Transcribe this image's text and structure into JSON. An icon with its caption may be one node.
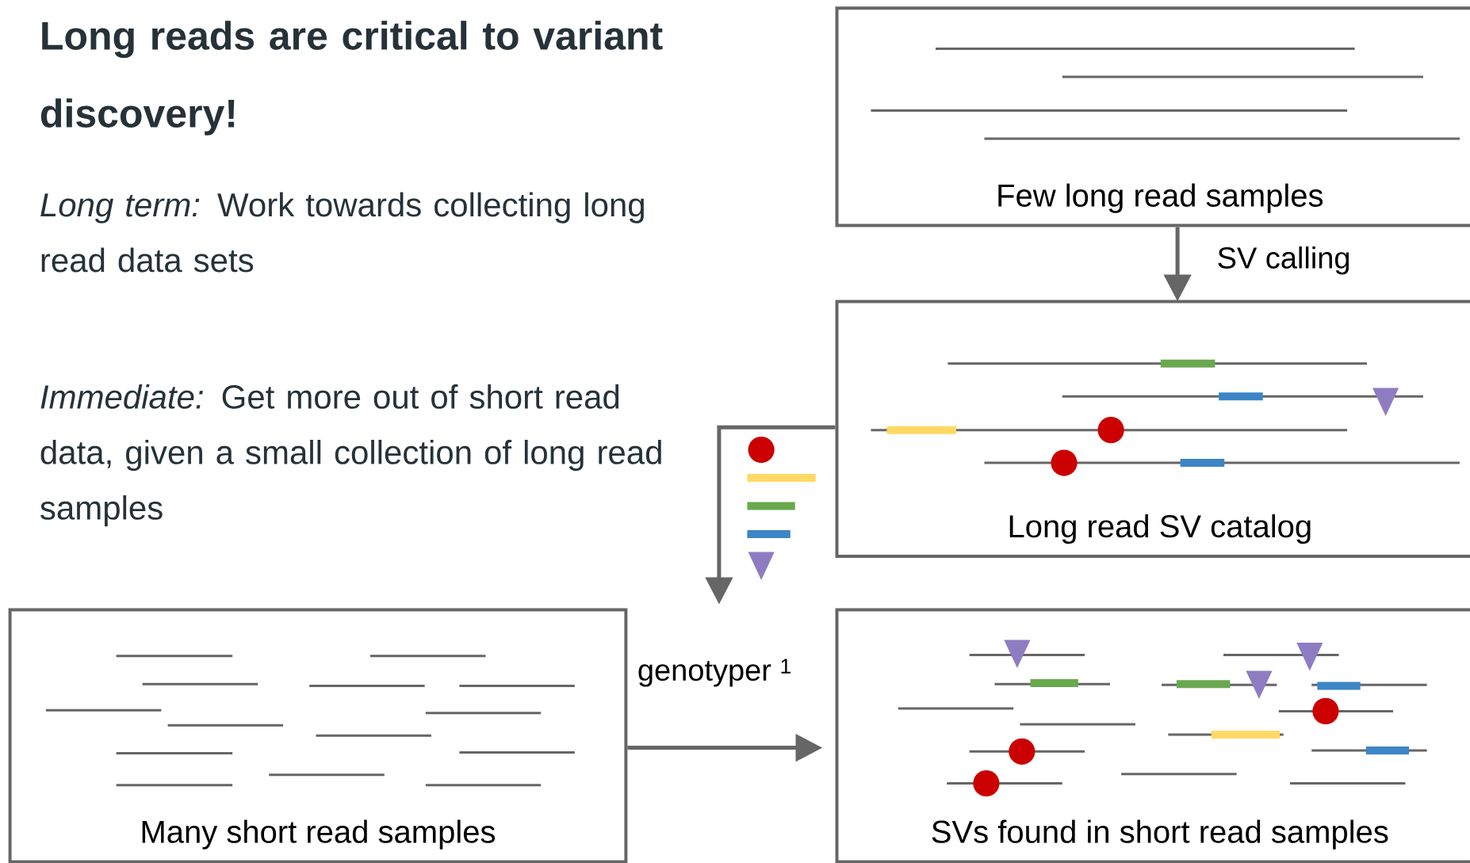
{
  "diagram": {
    "title": "Long reads are critical to variant discovery!",
    "nodes": [
      {
        "text": [
          "Few long read samples"
        ]
      },
      {
        "text": [
          "Long read SV catalog"
        ]
      },
      {
        "text": [
          "Many short read samples"
        ]
      },
      {
        "text": [
          "SVs found in short read samples"
        ]
      }
    ],
    "edges": [
      {
        "from": 0,
        "to": 1,
        "arrow": "to",
        "label": "SV calling"
      },
      {
        "from": 1,
        "to": null,
        "arrow": "to"
      },
      {
        "from": 2,
        "to": 3,
        "arrow": "to",
        "label": "genotyper $^{1}$"
      }
    ],
    "labels": [
      "*Long term:* Work towards collecting long read data sets",
      "*Immediate:* Get more out of short read data, given a  small collection of long read samples"
    ]
  }
}
